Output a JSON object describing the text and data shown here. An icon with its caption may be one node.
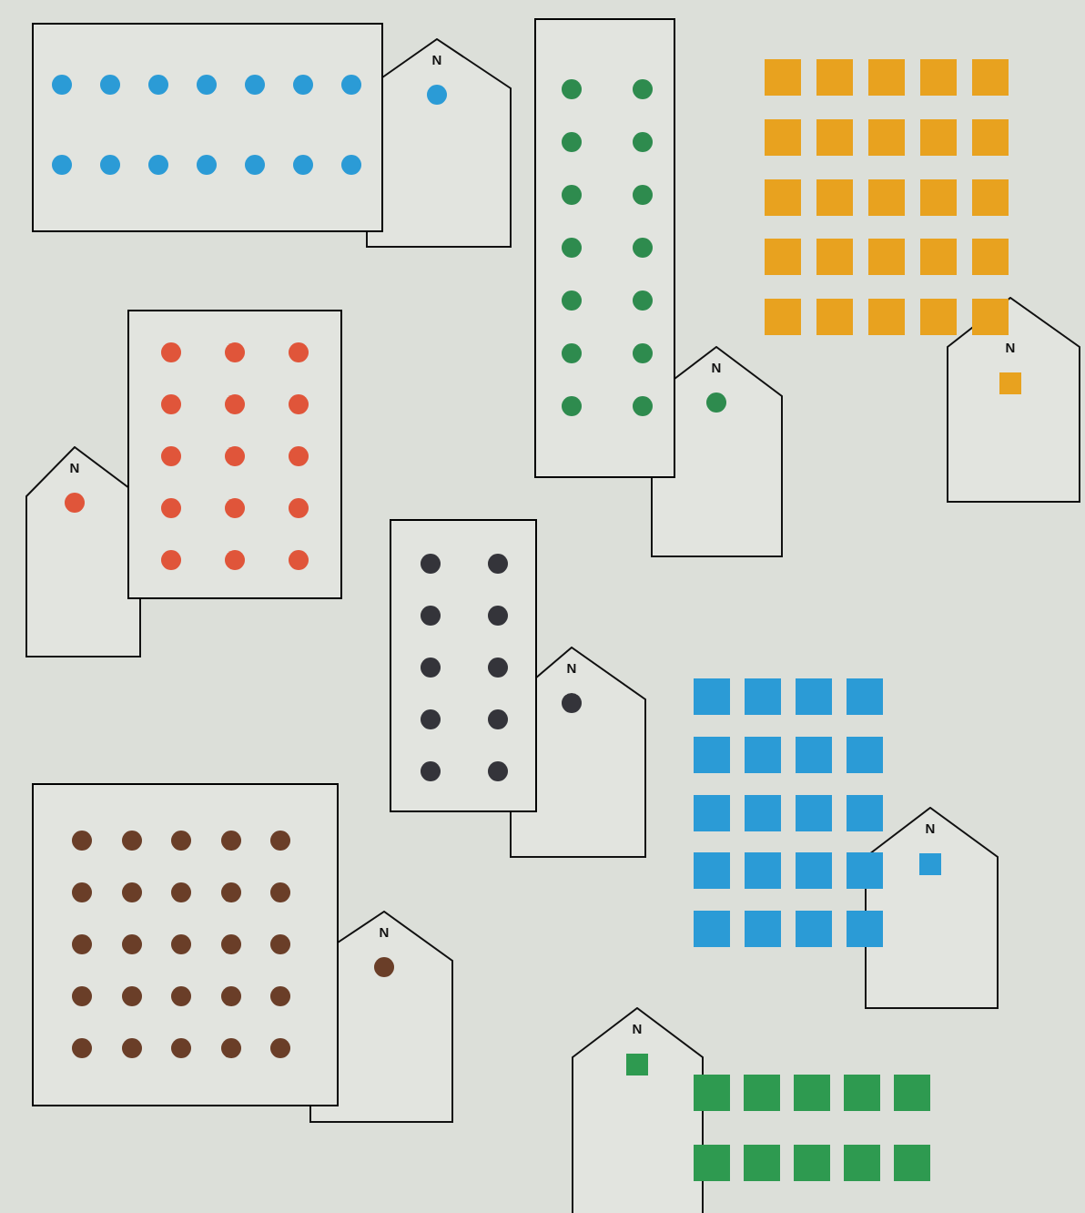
{
  "diagram": {
    "nodes": [
      {
        "text": [],
        "shape": "box"
      },
      {
        "text": [
          "N"
        ]
      },
      {
        "text": [],
        "shape": "box"
      },
      {
        "text": [
          "N"
        ]
      },
      {
        "text": [
          "N"
        ]
      },
      {
        "text": [],
        "shape": "box"
      },
      {
        "text": [
          "N"
        ]
      },
      {
        "text": [],
        "shape": "box"
      },
      {
        "text": [
          "N"
        ]
      },
      {
        "text": [],
        "shape": "box"
      },
      {
        "text": [
          "N"
        ]
      },
      {
        "text": [
          "N"
        ]
      },
      {
        "text": [
          "N"
        ]
      }
    ]
  }
}
